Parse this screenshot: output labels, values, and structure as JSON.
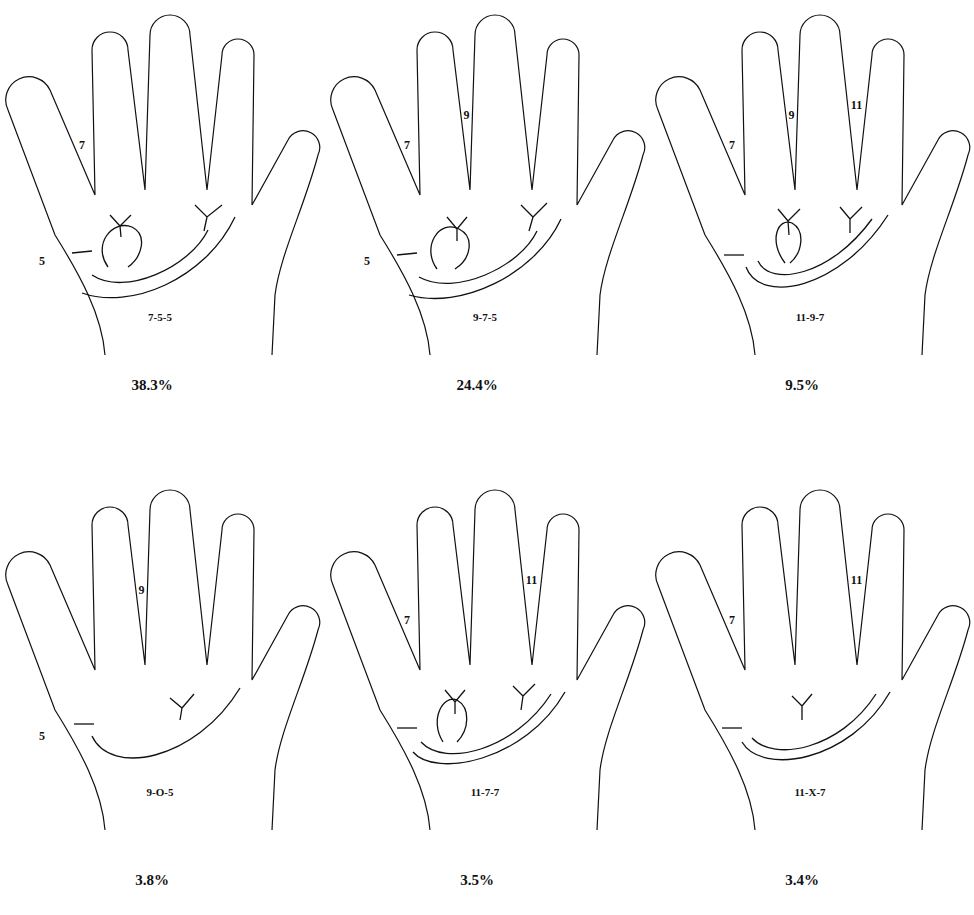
{
  "diagram": {
    "labels": [
      "7",
      "5",
      "7-5-5",
      "38.3%",
      "7",
      "9",
      "5",
      "9-7-5",
      "24.4%",
      "7",
      "9",
      "11",
      "11-9-7",
      "9.5%",
      "9",
      "5",
      "9-O-5",
      "3.8%",
      "7",
      "11",
      "11-7-7",
      "3.5%",
      "7",
      "11",
      "11-X-7",
      "3.4%"
    ]
  }
}
